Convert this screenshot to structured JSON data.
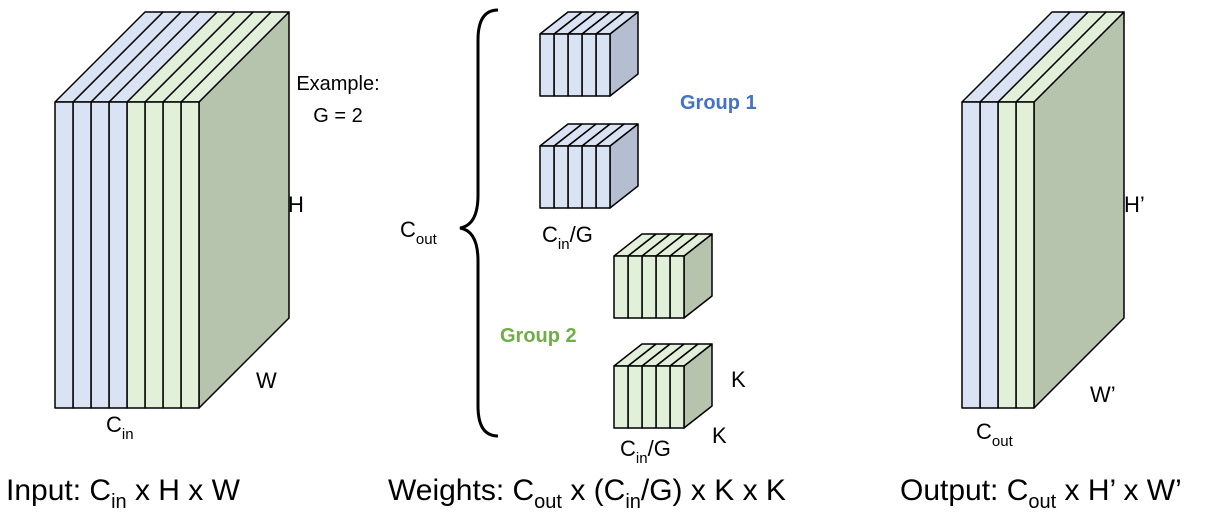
{
  "colors": {
    "blue_face": "#dae3f3",
    "blue_side": "#b4bed0",
    "green_face": "#e2efd9",
    "green_side": "#b6c4ad",
    "outline": "#000000",
    "group1_text": "#4472c4",
    "group2_text": "#70ad47"
  },
  "example": {
    "line1": "Example:",
    "line2": "G = 2"
  },
  "input": {
    "h_label": "H",
    "w_label": "W",
    "c_base": "C",
    "c_sub": "in",
    "caption_prefix": "Input: C",
    "caption_sub": "in",
    "caption_suffix": " x H x W"
  },
  "weights": {
    "cout_base": "C",
    "cout_sub": "out",
    "group1_label": "Group 1",
    "group2_label": "Group 2",
    "group1_cin_base": "C",
    "group1_cin_sub": "in",
    "group1_cin_suffix": "/G",
    "k_label_1": "K",
    "k_label_2": "K",
    "group2_cin_base": "C",
    "group2_cin_sub": "in",
    "group2_cin_suffix": "/G",
    "caption_prefix": "Weights: C",
    "caption_sub1": "out",
    "caption_mid": " x (C",
    "caption_sub2": "in",
    "caption_suffix": "/G) x K x K"
  },
  "output": {
    "h_label": "H’",
    "w_label": "W’",
    "c_base": "C",
    "c_sub": "out",
    "caption_prefix": "Output: C",
    "caption_sub": "out",
    "caption_suffix": " x H’ x W’"
  }
}
